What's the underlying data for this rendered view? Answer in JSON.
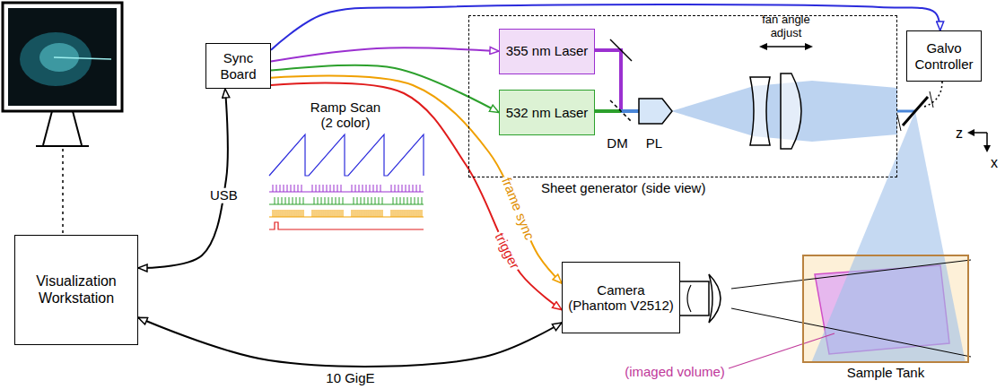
{
  "diagram": {
    "nodes": [
      {
        "text": [
          "Sync Board"
        ]
      },
      {
        "text": [
          "Sheet generator (side view)"
        ]
      },
      {
        "text": [
          "355 nm Laser"
        ],
        "in": 1
      },
      {
        "text": [
          "532 nm Laser"
        ],
        "in": 1
      },
      {
        "text": [
          "Galvo Controller"
        ]
      },
      {
        "text": [
          "Camera (Phantom V2512)"
        ]
      },
      {
        "text": [
          "Visualization Workstation"
        ]
      },
      {
        "text": [
          "Sample Tank"
        ]
      }
    ],
    "edges": [
      {
        "from": 0,
        "to": 4,
        "arrow": "to"
      },
      {
        "from": 0,
        "to": 2,
        "arrow": "to"
      },
      {
        "from": 0,
        "to": 3,
        "arrow": "to"
      },
      {
        "from": 0,
        "to": 5,
        "label": "frame sync",
        "arrow": "to"
      },
      {
        "from": 0,
        "to": 5,
        "label": "trigger",
        "arrow": "to"
      },
      {
        "from": 0,
        "to": 6,
        "label": "USB",
        "arrow": "both"
      },
      {
        "from": 6,
        "to": 5,
        "label": "10 GigE",
        "arrow": "both"
      }
    ],
    "labels": [
      "DM",
      "PL",
      "fan angle adjust",
      "Ramp Scan (2 color)",
      "z",
      "x",
      "(imaged volume)"
    ]
  }
}
